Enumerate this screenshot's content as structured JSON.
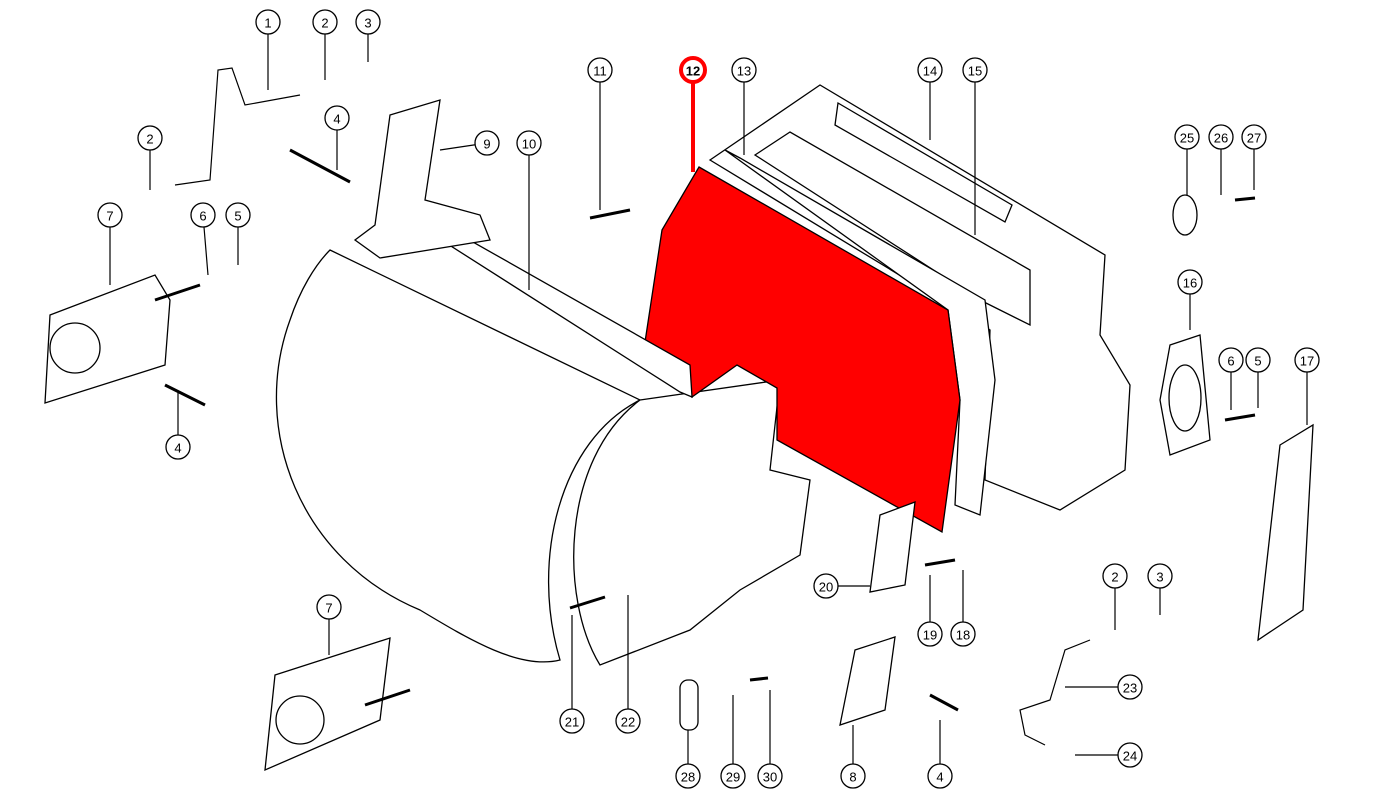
{
  "title": "Exploded parts diagram",
  "highlight_color": "#ff0000",
  "highlighted_part": "12",
  "callouts": [
    "1",
    "2",
    "3",
    "2",
    "4",
    "9",
    "10",
    "7",
    "6",
    "5",
    "4",
    "11",
    "12",
    "13",
    "14",
    "15",
    "25",
    "26",
    "27",
    "16",
    "6",
    "5",
    "17",
    "20",
    "19",
    "18",
    "2",
    "3",
    "23",
    "24",
    "7",
    "21",
    "22",
    "28",
    "29",
    "30",
    "8",
    "4"
  ]
}
